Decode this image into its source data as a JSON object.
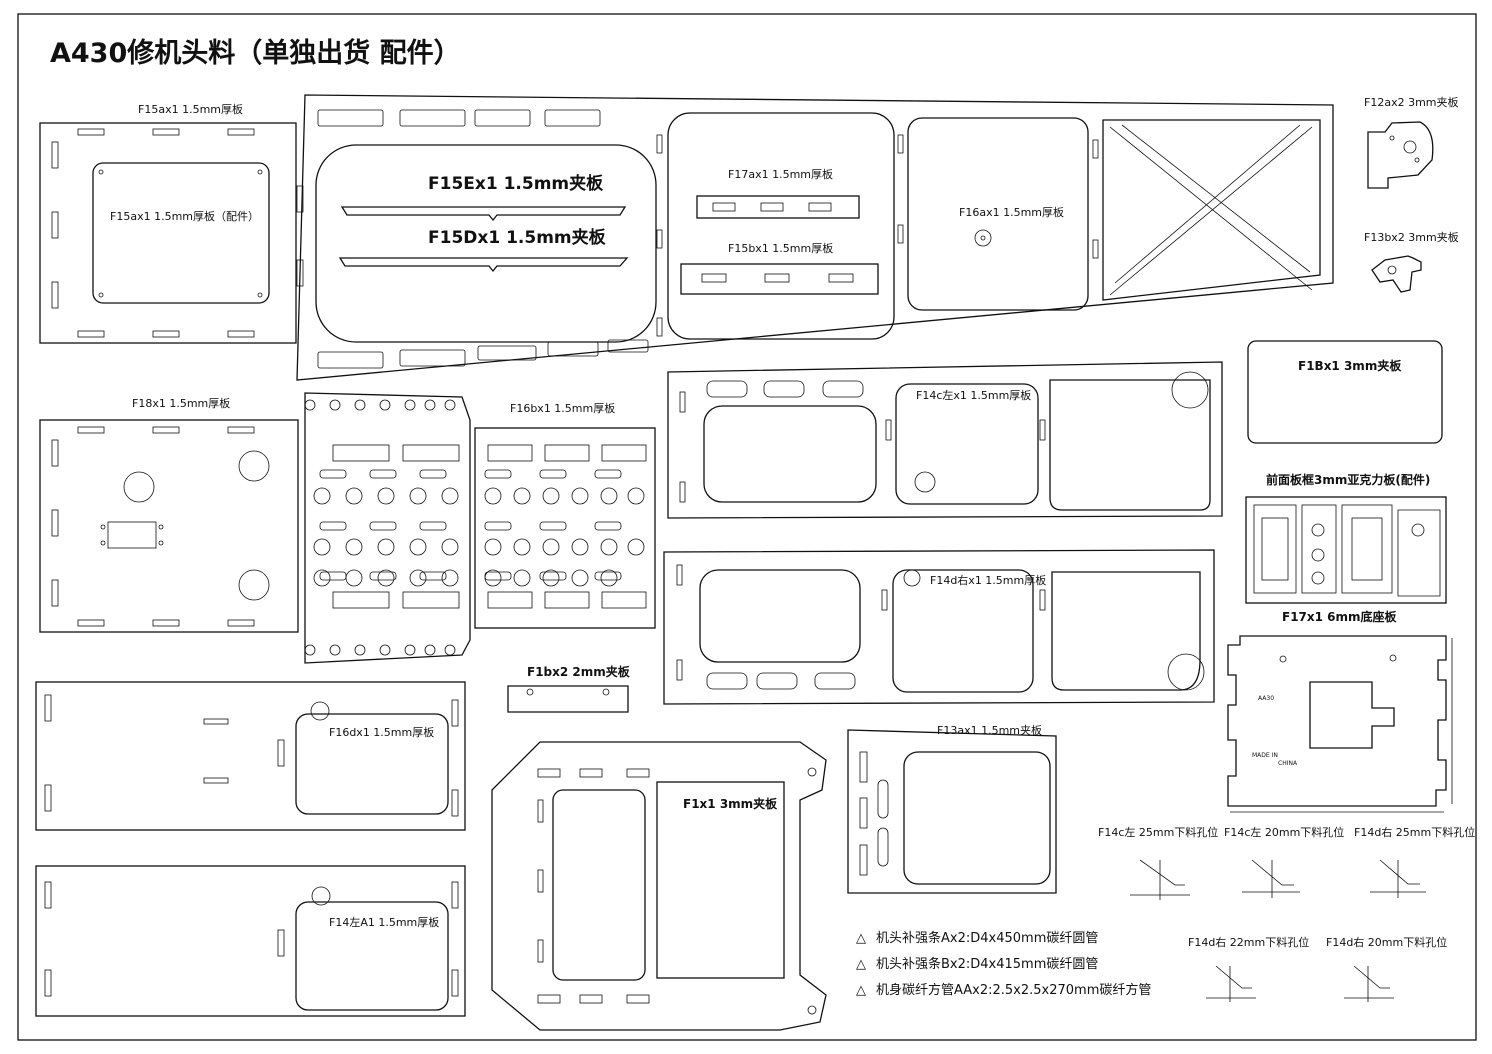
{
  "title": "A430修机头料（单独出货 配件）",
  "parts": {
    "f15a_outer": "F15ax1 1.5mm厚板",
    "f15a_inner": "F15ax1 1.5mm厚板（配件）",
    "f15e": "F15Ex1 1.5mm夹板",
    "f15d": "F15Dx1 1.5mm夹板",
    "f17a": "F17ax1 1.5mm厚板",
    "f15b": "F15bx1 1.5mm厚板",
    "f16a": "F16ax1 1.5mm厚板",
    "f12a": "F12ax2 3mm夹板",
    "f13b": "F13bx2 3mm夹板",
    "f1b": "F1Bx1 3mm夹板",
    "f18": "F18x1 1.5mm厚板",
    "f16b": "F16bx1 1.5mm厚板",
    "f14c": "F14c左x1 1.5mm厚板",
    "front_frame": "前面板框3mm亚克力板(配件)",
    "f14d": "F14d右x1 1.5mm厚板",
    "f17": "F17x1 6mm底座板",
    "f1b2": "F1bx2 2mm夹板",
    "f16d": "F16dx1 1.5mm厚板",
    "f13a": "F13ax1 1.5mm夹板",
    "f1": "F1x1 3mm夹板",
    "f14a1": "F14左A1 1.5mm厚板"
  },
  "base_plate_marks": {
    "model": "AA30",
    "made_in": "MADE IN",
    "country": "CHINA"
  },
  "hole_positions": [
    "F14c左 25mm下料孔位",
    "F14c左 20mm下料孔位",
    "F14d右 25mm下料孔位",
    "F14d右 22mm下料孔位",
    "F14d右 20mm下料孔位"
  ],
  "notes": [
    "机头补强条Ax2:D4x450mm碳纤圆管",
    "机头补强条Bx2:D4x415mm碳纤圆管",
    "机身碳纤方管AAx2:2.5x2.5x270mm碳纤方管"
  ],
  "note_marker": "△"
}
